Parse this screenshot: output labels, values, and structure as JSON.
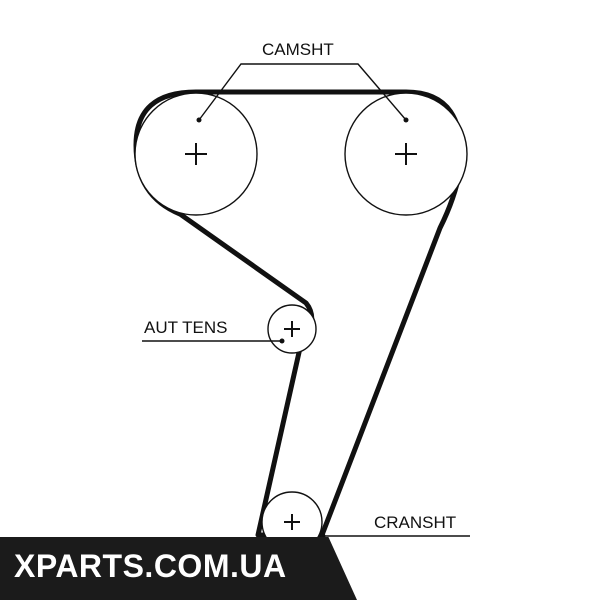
{
  "diagram": {
    "labels": {
      "camshaft": "CAMSHT",
      "tensioner": "AUT TENS",
      "crankshaft": "CRANSHT"
    },
    "pulleys": [
      {
        "id": "camshaft-left",
        "label_key": "camshaft"
      },
      {
        "id": "camshaft-right",
        "label_key": "camshaft"
      },
      {
        "id": "auto-tensioner",
        "label_key": "tensioner"
      },
      {
        "id": "crankshaft",
        "label_key": "crankshaft"
      }
    ],
    "colors": {
      "line": "#111111",
      "background": "#ffffff",
      "watermark_bg": "#1b1b1b",
      "watermark_text": "#ffffff"
    }
  },
  "watermark": {
    "text": "XPARTS.COM.UA"
  }
}
